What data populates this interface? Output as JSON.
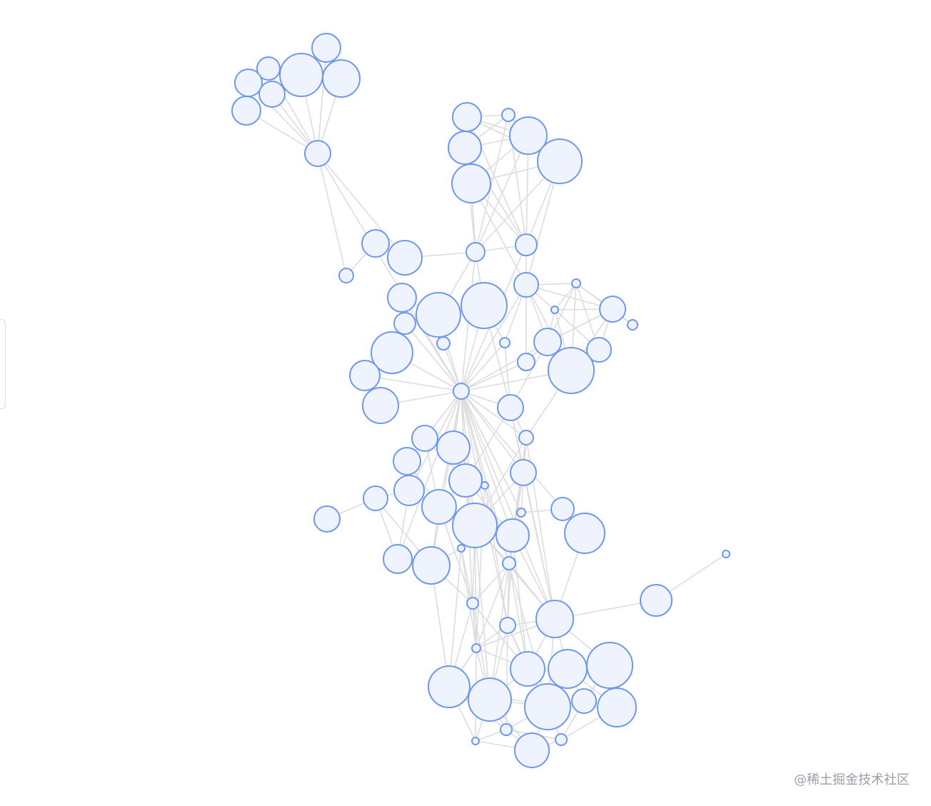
{
  "watermark": {
    "text": "@稀土掘金技术社区"
  },
  "colors": {
    "node_fill": "#eef3fd",
    "node_stroke": "#6e98f0",
    "edge": "#dddddd",
    "background": "#ffffff"
  },
  "graph": {
    "type": "force-directed network",
    "node_count": 77
  }
}
